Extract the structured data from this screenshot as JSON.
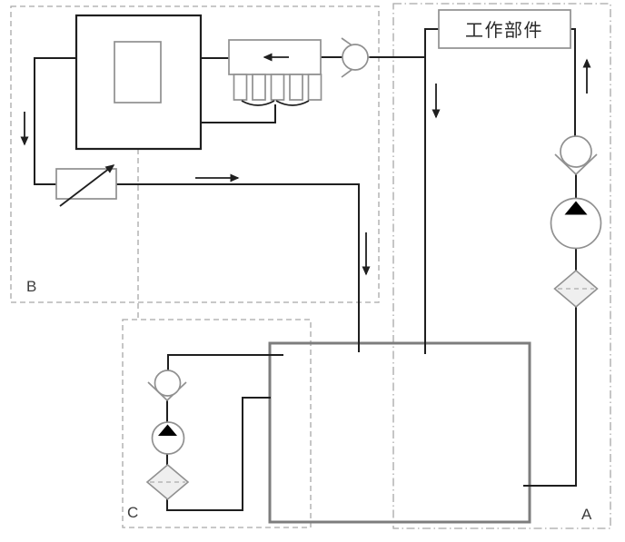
{
  "labels": {
    "workpiece": "工作部件",
    "region_a": "A",
    "region_b": "B",
    "region_c": "C"
  },
  "colors": {
    "background": "#ffffff",
    "line": "#1f1f1f",
    "symbol": "#909090",
    "region_border": "#a8a8a8",
    "tank_border": "#7d7d7d",
    "filter_fill": "#efefef",
    "filter_dash": "#b5b5b5",
    "triangle": "#000000",
    "label_text": "#3c3c3c",
    "box_text": "#2a2a2a"
  },
  "symbols": {
    "pump": "circle-with-solid-up-triangle",
    "check_valve": "circle-on-v-seat",
    "filter": "diamond-with-dashed-centerline",
    "cooler": "finned-radiator-with-left-arrow",
    "throttle_valve": "rectangle-with-diagonal-arrow",
    "heat_unit": "square-with-inner-rectangle",
    "tank": "large-gray-rectangle"
  }
}
